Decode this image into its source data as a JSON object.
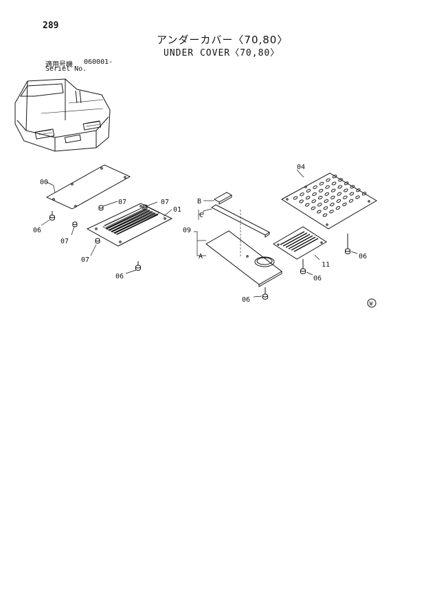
{
  "page": {
    "number": "289"
  },
  "title": {
    "japanese": "アンダーカバー〈70,80〉",
    "english": "UNDER COVER〈70,80〉"
  },
  "serial": {
    "label_ja": "適用号機",
    "value": "060001-",
    "label_en": "Seriel No."
  },
  "callouts": {
    "c00": "00",
    "c01": "01",
    "c04": "04",
    "c06a": "06",
    "c06b": "06",
    "c06c": "06",
    "c06d": "06",
    "c06e": "06",
    "c07a": "07",
    "c07b": "07",
    "c07c": "07",
    "c07d": "07",
    "c09": "09",
    "c11": "11",
    "cA": "A",
    "cB": "B",
    "cC": "C"
  },
  "mark": "W"
}
